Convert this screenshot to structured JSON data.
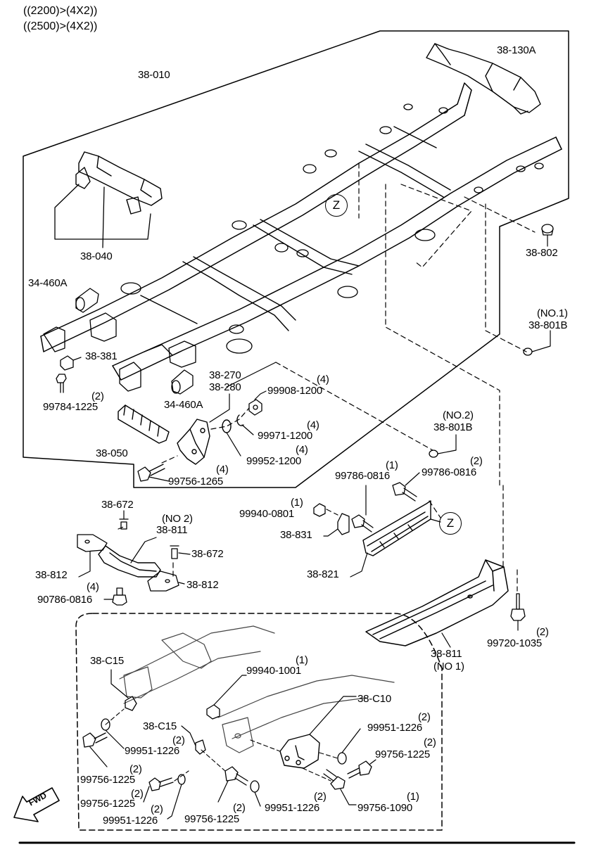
{
  "header": {
    "line1": "((2200)>(4X2))",
    "line2": "((2500)>(4X2))"
  },
  "callout_z": "Z",
  "fwd_label": "FWD",
  "labels": {
    "p38_010": "38-010",
    "p38_130A": "38-130A",
    "p38_040": "38-040",
    "p38_802": "38-802",
    "p34_460A_upper": "34-460A",
    "no1_801B": "(NO.1)",
    "p38_801B_1": "38-801B",
    "p38_381": "38-381",
    "p38_270": "38-270",
    "p38_280": "38-280",
    "qty_99908": "(4)",
    "p99908_1200": "99908-1200",
    "qty_99784": "(2)",
    "p99784_1225": "99784-1225",
    "p34_460A_lower": "34-460A",
    "no2_801B": "(NO.2)",
    "p38_801B_2": "38-801B",
    "qty_99971": "(4)",
    "p99971_1200": "99971-1200",
    "p38_050": "38-050",
    "qty_99952": "(4)",
    "p99952_1200": "99952-1200",
    "qty_99786_a": "(1)",
    "qty_99786_b": "(2)",
    "p99786_0816_a": "99786-0816",
    "p99786_0816_b": "99786-0816",
    "qty_99756_1265": "(4)",
    "p99756_1265": "99756-1265",
    "p38_672_a": "38-672",
    "no2_811": "(NO 2)",
    "p38_811_a": "38-811",
    "qty_99940_0801": "(1)",
    "p99940_0801": "99940-0801",
    "p38_831": "38-831",
    "p38_672_b": "38-672",
    "p38_812_a": "38-812",
    "p38_821": "38-821",
    "p38_812_b": "38-812",
    "qty_90786": "(4)",
    "p90786_0816": "90786-0816",
    "qty_99720": "(2)",
    "p99720_1035": "99720-1035",
    "p38_811_b": "38-811",
    "no1_811": "(NO 1)",
    "p38_C15_a": "38-C15",
    "qty_99940_1001": "(1)",
    "p99940_1001": "99940-1001",
    "p38_C10": "38-C10",
    "qty_99951_1226_r": "(2)",
    "p99951_1226_r": "99951-1226",
    "p38_C15_b": "38-C15",
    "qty_99951_1226_l": "(2)",
    "p99951_1226_l": "99951-1226",
    "qty_99756_1225_r": "(2)",
    "p99756_1225_r": "99756-1225",
    "qty_99756_1225_l": "(2)",
    "p99756_1225_l": "99756-1225",
    "qty_99756_1225_m": "(2)",
    "p99756_1225_m": "99756-1225",
    "qty_99951_1226_bl": "(2)",
    "p99951_1226_bl": "99951-1226",
    "qty_99756_1225_b": "(2)",
    "p99756_1225_b": "99756-1225",
    "qty_99951_1226_b": "(2)",
    "p99951_1226_b": "99951-1226",
    "qty_99756_1090": "(1)",
    "p99756_1090": "99756-1090"
  }
}
